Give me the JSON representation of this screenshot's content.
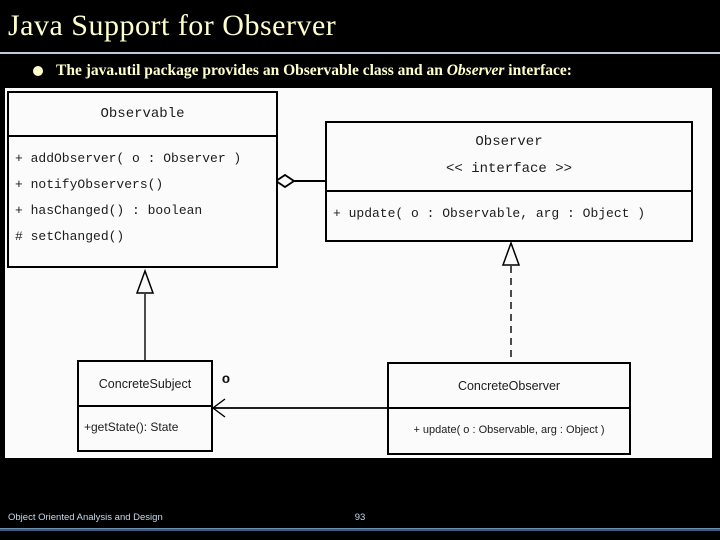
{
  "title": "Java Support for Observer",
  "bullet": {
    "text_before": "The java.util package provides an Observable class and an ",
    "text_italic": "Observer",
    "text_after": " interface:"
  },
  "diagram": {
    "observable": {
      "name": "Observable",
      "methods": [
        "+ addObserver( o : Observer )",
        "+ notifyObservers()",
        "+ hasChanged() : boolean",
        "# setChanged()"
      ]
    },
    "observer": {
      "name": "Observer",
      "stereotype": "<< interface >>",
      "methods": [
        "+ update( o : Observable, arg : Object )"
      ]
    },
    "concrete_subject": {
      "name": "ConcreteSubject",
      "methods": [
        "+getState(): State"
      ]
    },
    "concrete_observer": {
      "name": "ConcreteObserver",
      "methods": [
        "+ update( o : Observable, arg : Object )"
      ]
    },
    "association_label": "o",
    "relationships": [
      "Observable o- Observer (aggregation)",
      "ConcreteSubject --|> Observable (generalization)",
      "ConcreteObserver ..|> Observer (realization)",
      "ConcreteObserver -> ConcreteSubject (association, role o)"
    ]
  },
  "footer": {
    "course": "Object Oriented Analysis and Design",
    "page_number": "93"
  },
  "colors": {
    "slide_background": "#000000",
    "text_accent": "#FFFFCC",
    "title_divider": "#B9CBDD",
    "diagram_background": "#FBFBFB",
    "diagram_ink": "#1C1C1C",
    "footer_text": "#C8D9E8",
    "footer_line": "#3A5D80"
  }
}
